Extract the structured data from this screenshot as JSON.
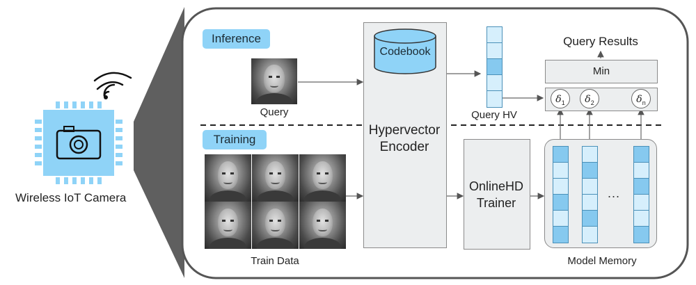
{
  "device": {
    "label": "Wireless IoT Camera"
  },
  "sections": {
    "inference": "Inference",
    "training": "Training"
  },
  "inference": {
    "query_label": "Query",
    "query_hv_label": "Query HV"
  },
  "encoder": {
    "codebook_label": "Codebook",
    "title_line1": "Hypervector",
    "title_line2": "Encoder"
  },
  "results": {
    "title": "Query Results",
    "min_label": "Min"
  },
  "deltas": [
    {
      "symbol": "δ",
      "sub": "1"
    },
    {
      "symbol": "δ",
      "sub": "2"
    },
    {
      "symbol": "δ",
      "sub": "n"
    }
  ],
  "training": {
    "train_data_label": "Train Data"
  },
  "trainer": {
    "title_line1": "OnlineHD",
    "title_line2": "Trainer"
  },
  "memory": {
    "label": "Model Memory",
    "ellipsis": "..."
  },
  "colors": {
    "accent": "#8fd3f7",
    "hv_light": "#d6effc",
    "hv_dark": "#86c9ef",
    "box_grey": "#eceeef",
    "cone": "#5a5a5a"
  }
}
